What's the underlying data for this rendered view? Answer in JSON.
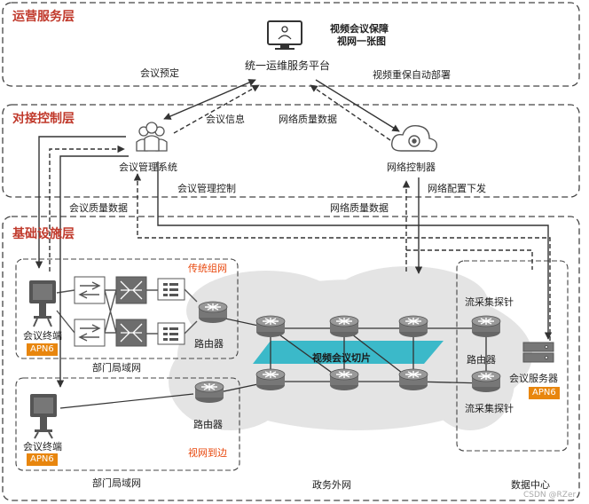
{
  "layers": {
    "ops": "运营服务层",
    "ctrl": "对接控制层",
    "infra": "基础设施层"
  },
  "ops": {
    "platform": "统一运维服务平台",
    "note_line1": "视频会议保障",
    "note_line2": "视网一张图"
  },
  "ctrl": {
    "mgmt": "会议管理系统",
    "net_ctrl": "网络控制器"
  },
  "arrows": {
    "booking": "会议预定",
    "auto_deploy": "视频重保自动部署",
    "meeting_info": "会议信息",
    "net_quality_top": "网络质量数据",
    "mgmt_control": "会议管理控制",
    "net_config": "网络配置下发",
    "meeting_quality": "会议质量数据",
    "net_quality_bottom": "网络质量数据"
  },
  "infra": {
    "legacy_net": "传统组网",
    "terminal1": "会议终端",
    "apn6_1": "APN6",
    "router1": "路由器",
    "dept_lan1": "部门局域网",
    "terminal2": "会议终端",
    "apn6_2": "APN6",
    "router2": "路由器",
    "edge": "视网到边",
    "dept_lan2": "部门局域网",
    "slice": "视频会议切片",
    "probe1": "流采集探针",
    "router3": "路由器",
    "probe2": "流采集探针",
    "server": "会议服务器",
    "apn6_3": "APN6",
    "wan": "政务外网",
    "dc": "数据中心",
    "watermark": "CSDN @RZer"
  },
  "colors": {
    "layer_title": "#c0392b",
    "accent_red": "#e8480e",
    "apn6_badge": "#e8860e",
    "slice": "#3bb9c9",
    "cloud": "#e4e4e4"
  }
}
